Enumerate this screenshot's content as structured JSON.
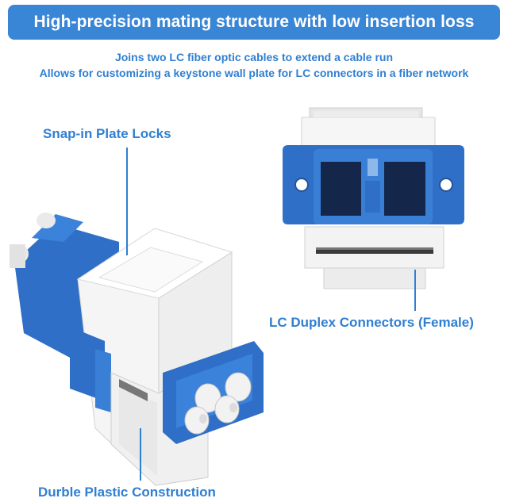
{
  "header": {
    "title": "High-precision mating structure with low insertion loss",
    "background_color": "#3a86d6"
  },
  "subtitle": {
    "line1": "Joins two LC fiber optic cables to extend a cable run",
    "line2": "Allows for customizing a keystone wall plate for LC connectors in a fiber network"
  },
  "callouts": {
    "snap_in": "Snap-in Plate Locks",
    "duplex": "LC Duplex Connectors (Female)",
    "plastic": "Durble Plastic Construction"
  },
  "colors": {
    "accent": "#2f7fd2",
    "connector_blue": "#2f6fc7",
    "housing_white": "#f4f4f4"
  }
}
